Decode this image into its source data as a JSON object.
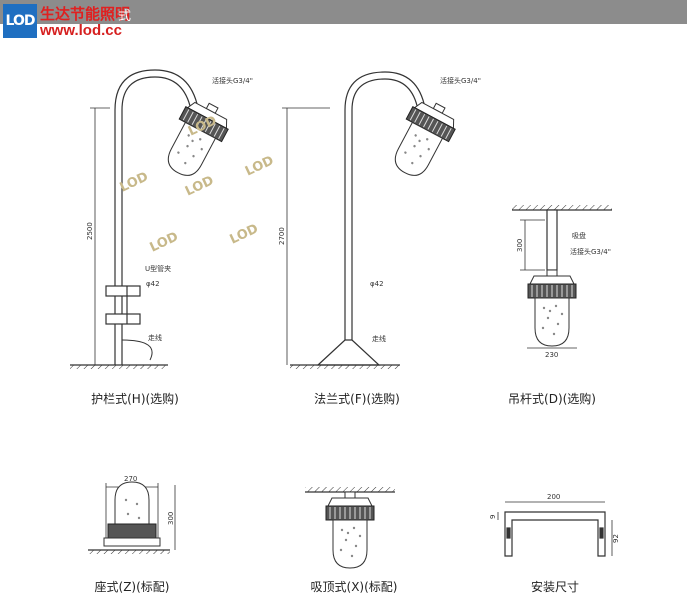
{
  "brand": {
    "logo_text": "LOD",
    "company_name": "生达节能照明",
    "url": "www.lod.cc",
    "header_tail": "式"
  },
  "colors": {
    "header_bg": "#8c8c8c",
    "logo_blue": "#1f6fc1",
    "brand_red": "#e02020",
    "line": "#333333",
    "watermark": "#c8b98a"
  },
  "watermark_text": "LOD",
  "diagrams": {
    "guardrail": {
      "caption": "护栏式(H)(选购)",
      "fitting_label": "活接头G3/4\"",
      "height_label": "2500",
      "clamp_label": "U型管夹",
      "pipe_label": "φ42",
      "wire_label": "走线"
    },
    "flange": {
      "caption": "法兰式(F)(选购)",
      "fitting_label": "活接头G3/4\"",
      "height_label": "2700",
      "pipe_label": "φ42",
      "wire_label": "走线"
    },
    "pendant": {
      "caption": "吊杆式(D)(选购)",
      "rod_label": "吸盘",
      "fitting_label": "活接头G3/4\"",
      "height_label": "300",
      "width_label": "230"
    },
    "seat": {
      "caption": "座式(Z)(标配)",
      "width_label": "270",
      "height_label": "300"
    },
    "ceiling": {
      "caption": "吸顶式(X)(标配)"
    },
    "mounting": {
      "caption": "安装尺寸",
      "width_label": "200",
      "height_label": "92",
      "offset_label": "9"
    }
  }
}
